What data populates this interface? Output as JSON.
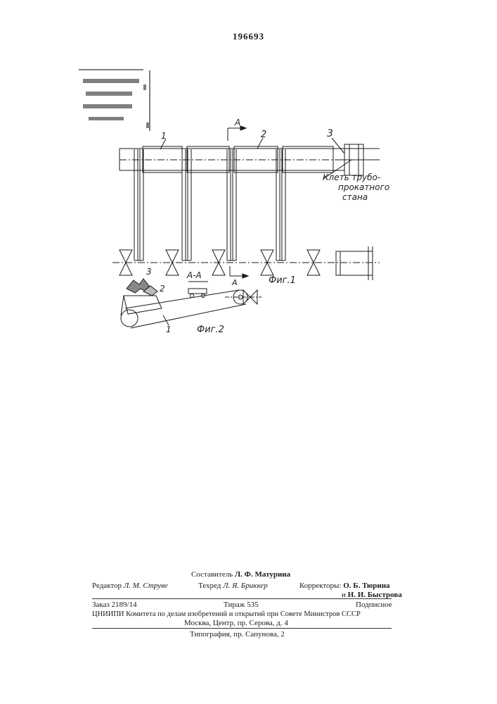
{
  "page_number": "196693",
  "drawing": {
    "fig1_caption": "Фиг.1",
    "fig2_caption": "Фиг.2",
    "section_label": "А-А",
    "section_marker_top": "А",
    "section_marker_bottom": "А",
    "callout_1": "1",
    "callout_2": "2",
    "callout_3": "3",
    "stand_label_lines": [
      "Клеть трубо-",
      "прокатного",
      "стана"
    ],
    "fig2_callout_1": "1",
    "fig2_callout_2": "2",
    "fig2_callout_3": "3"
  },
  "imprint": {
    "compiler_label": "Составитель",
    "compiler_name": "Л. Ф. Матурина",
    "editor_label": "Редактор",
    "editor_name": "Л. М. Струве",
    "techred_label": "Техред",
    "techred_name": "Л. Я. Бриккер",
    "correctors_label": "Корректоры:",
    "corrector_1": "О. Б. Тюрина",
    "corrector_2_prefix": "и",
    "corrector_2": "Н. И. Быстрова",
    "order": "Заказ 2189/14",
    "circulation": "Тираж 535",
    "subscription": "Подписное",
    "institute_line": "ЦНИИПИ Комитета по делам изобретений и открытий при Совете Министров СССР",
    "address_line": "Москва, Центр, пр. Серова, д. 4",
    "printer_line": "Типография, пр. Сапунова, 2"
  }
}
